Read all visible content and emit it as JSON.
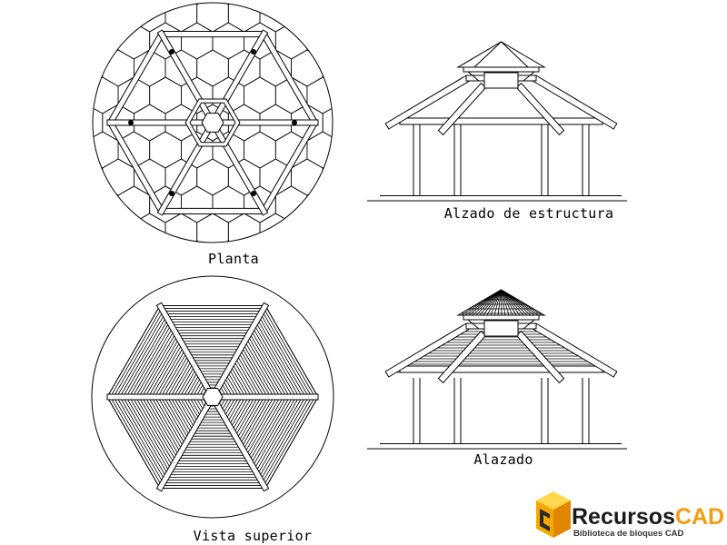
{
  "drawing": {
    "ink_color": "#000000",
    "paper_color": "#ffffff",
    "views": {
      "plan": {
        "label": "Planta"
      },
      "structure_elevation": {
        "label": "Alzado de estructura"
      },
      "top_view": {
        "label": "Vista superior"
      },
      "elevation": {
        "label": "Alazado"
      }
    }
  },
  "logo": {
    "icon": "cube-logo-icon",
    "brand_main": "Recursos",
    "brand_accent": "CAD",
    "tagline": "Biblioteca de bloques CAD",
    "colors": {
      "brand_main": "#1b1b1b",
      "brand_accent": "#f39c12",
      "tagline": "#333333",
      "cube_top": "#ffd84d",
      "cube_left": "#f7a800",
      "cube_right": "#e08600",
      "cube_mark": "#2b2b2b"
    }
  }
}
